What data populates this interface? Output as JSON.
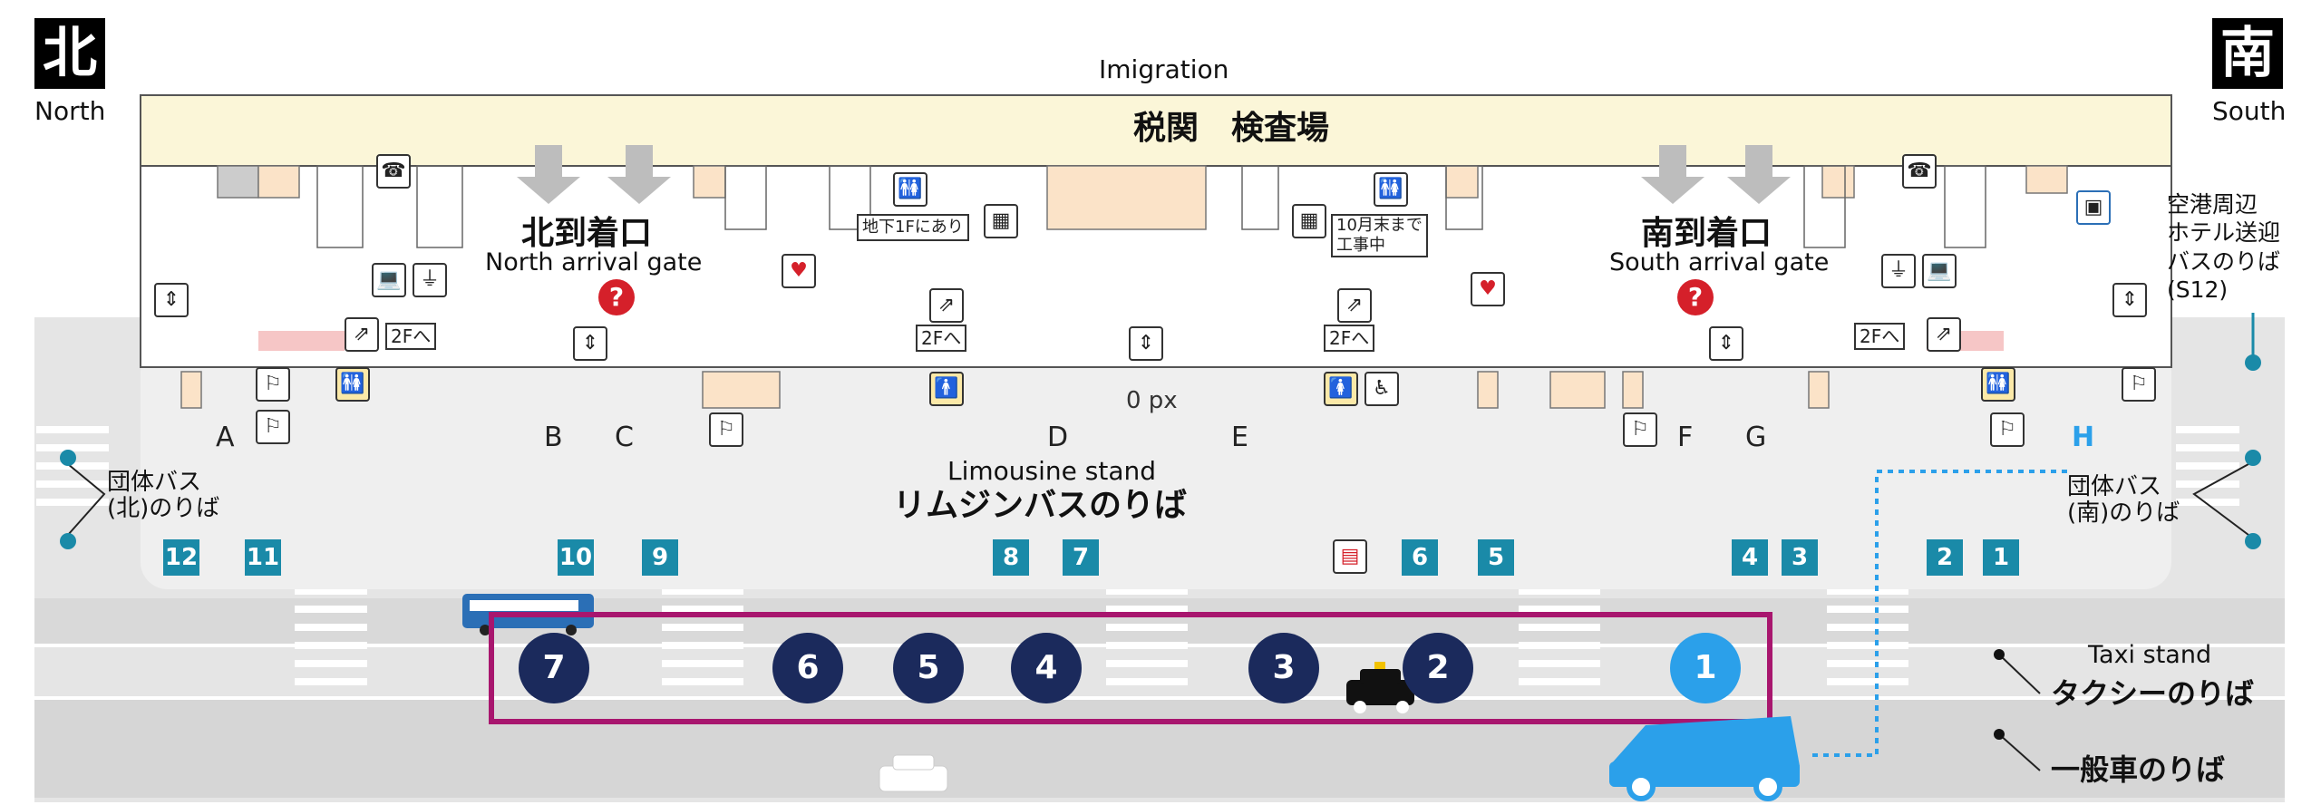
{
  "compass": {
    "north_glyph": "北",
    "north_label": "North",
    "south_glyph": "南",
    "south_label": "South"
  },
  "terminal": {
    "immigration_label": "Imigration",
    "customs_label": "税関　検査場"
  },
  "arrival_gates": {
    "north_jp": "北到着口",
    "north_en": "North arrival gate",
    "south_jp": "南到着口",
    "south_en": "South arrival gate"
  },
  "notes": {
    "b1_restroom": "地下1Fにあり",
    "closed_until": "10月末まで\n工事中",
    "to_2f": "2Fへ",
    "px_label": "0 px"
  },
  "exits": [
    "A",
    "B",
    "C",
    "D",
    "E",
    "F",
    "G",
    "H"
  ],
  "limousine": {
    "en": "Limousine stand",
    "jp": "リムジンバスのりば"
  },
  "group_bus": {
    "north": "団体バス\n(北)のりば",
    "south": "団体バス\n(南)のりば"
  },
  "hotel_shuttle": "空港周辺\nホテル送迎\nバスのりば\n(S12)",
  "bus_stops": [
    "12",
    "11",
    "10",
    "9",
    "8",
    "7",
    "6",
    "5",
    "4",
    "3",
    "2",
    "1"
  ],
  "taxi_stands": [
    "7",
    "6",
    "5",
    "4",
    "3",
    "2",
    "1"
  ],
  "taxi_legend": {
    "en": "Taxi stand",
    "jp": "タクシーのりば"
  },
  "car_legend": "一般車のりば",
  "icons": [
    "phone-icon",
    "restroom-icon",
    "elevator-icon",
    "escalator-icon",
    "aed-icon",
    "smoking-icon",
    "locker-icon",
    "info-icon",
    "nursing-icon",
    "pc-icon",
    "atm-icon"
  ],
  "colors": {
    "sign_teal": "#1a8aa8",
    "taxi_navy": "#1b2a5c",
    "taxi_first": "#2ba0ea",
    "frame_magenta": "#a8166e",
    "building_yellow": "#fbf6d8",
    "question_red": "#d5202a"
  }
}
